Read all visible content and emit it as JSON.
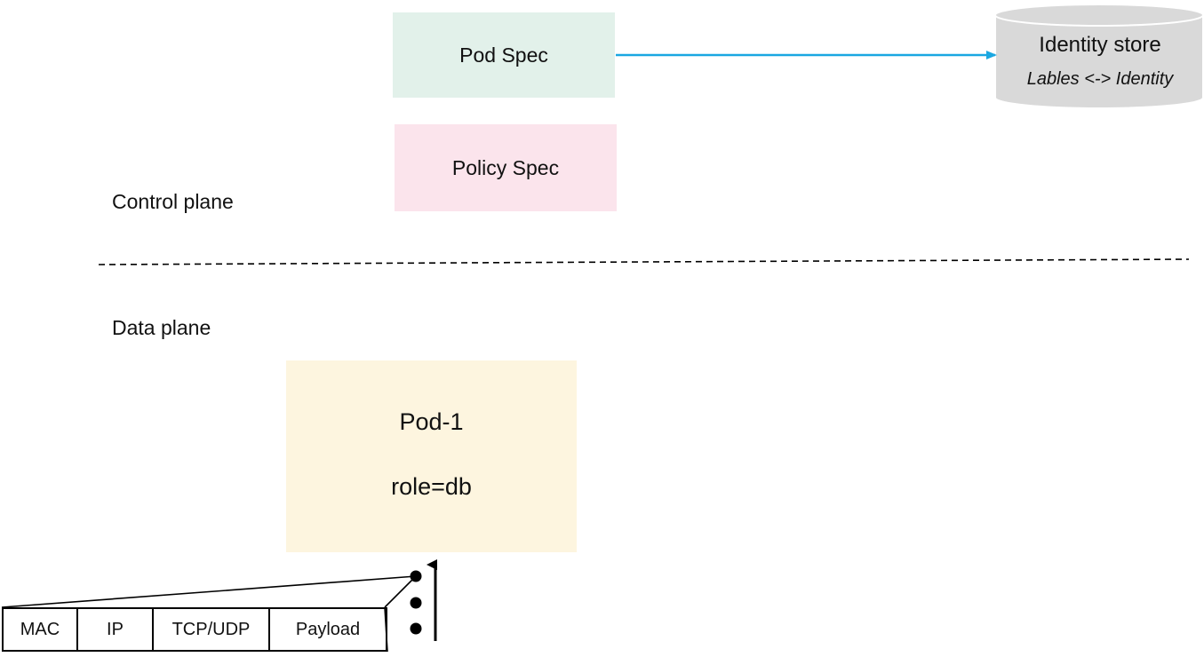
{
  "colors": {
    "pod_spec_fill": "#e2f1ea",
    "policy_spec_fill": "#fbe4ec",
    "pod_fill": "#fdf5df",
    "identity_store_fill": "#d9d9d9",
    "arrow": "#1aa7e1"
  },
  "control_plane": {
    "label": "Control plane",
    "pod_spec": "Pod Spec",
    "policy_spec": "Policy Spec",
    "identity_store": {
      "title": "Identity store",
      "subtitle": "Lables <-> Identity"
    }
  },
  "data_plane": {
    "label": "Data plane",
    "pod": {
      "name": "Pod-1",
      "label": "role=db"
    },
    "packet_fields": [
      "MAC",
      "IP",
      "TCP/UDP",
      "Payload"
    ]
  }
}
